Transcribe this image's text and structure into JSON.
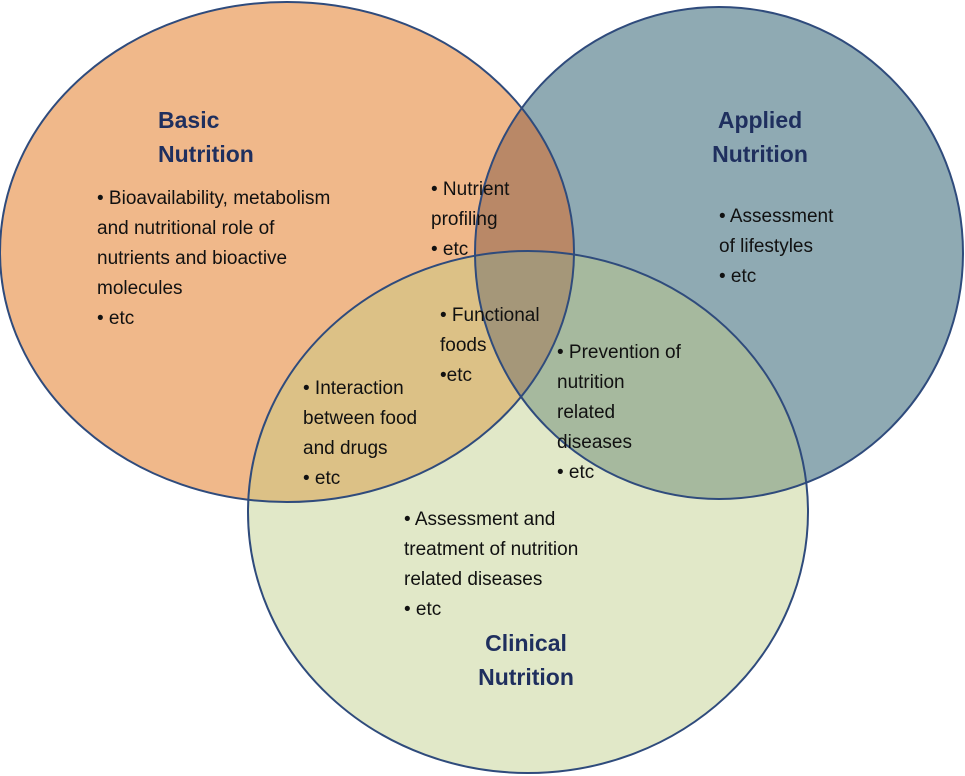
{
  "colors": {
    "basic_fill": "#f0b88a",
    "applied_fill": "#8faab3",
    "clinical_fill": "#e1e8c8",
    "outline": "#2f4b7c",
    "title_text": "#1f2f5e"
  },
  "circles": {
    "basic": {
      "title_line1": "Basic",
      "title_line2": "Nutrition",
      "items": [
        "• Bioavailability, metabolism",
        "and nutritional role of",
        "nutrients and bioactive",
        "molecules",
        "• etc"
      ]
    },
    "applied": {
      "title_line1": "Applied",
      "title_line2": "Nutrition",
      "items": [
        "• Assessment",
        "of lifestyles",
        "• etc"
      ]
    },
    "clinical": {
      "title_line1": "Clinical",
      "title_line2": "Nutrition",
      "items": [
        "• Assessment and",
        "treatment of nutrition",
        "related diseases",
        "• etc"
      ]
    }
  },
  "overlaps": {
    "basic_applied": [
      "• Nutrient",
      "profiling",
      "• etc"
    ],
    "all_three": [
      "• Functional",
      "foods",
      "•etc"
    ],
    "basic_clinical": [
      "• Interaction",
      "between food",
      "and drugs",
      "• etc"
    ],
    "applied_clinical": [
      "• Prevention of",
      "nutrition",
      "related",
      "diseases",
      "• etc"
    ]
  }
}
